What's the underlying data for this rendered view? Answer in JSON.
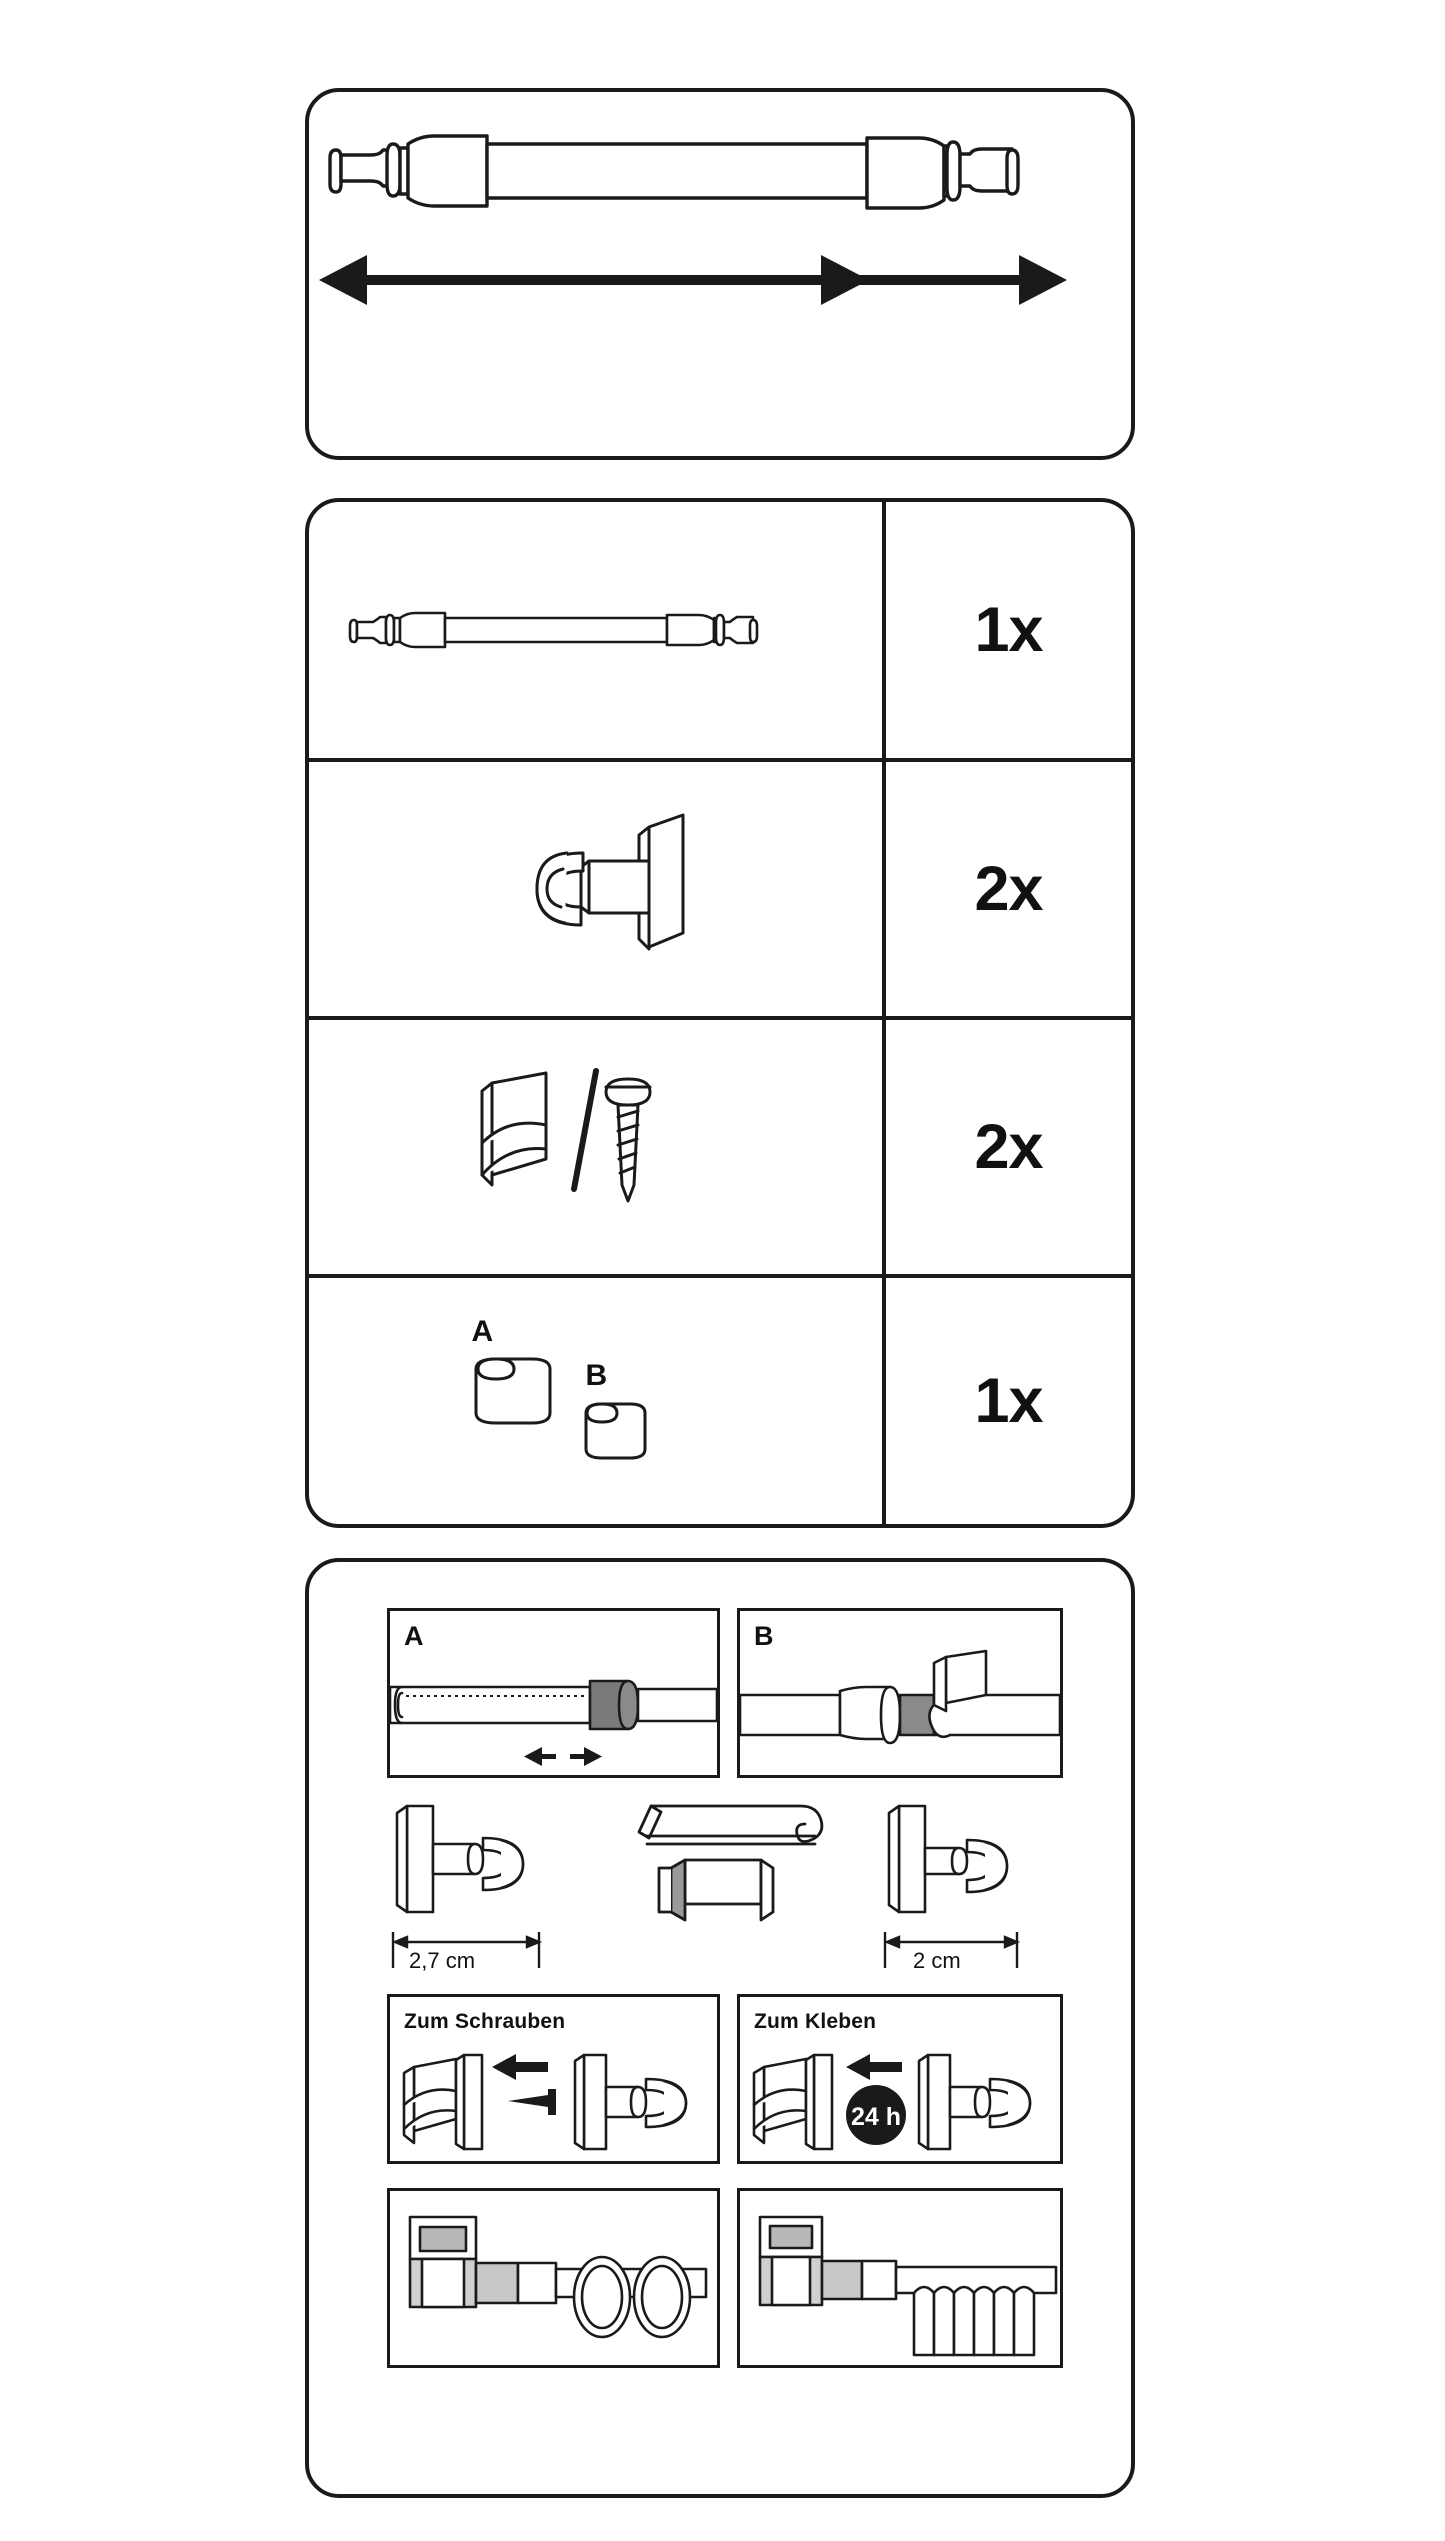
{
  "document": {
    "type": "assembly-instruction-sheet",
    "product": "Telescopic curtain rod (Klemmstange)",
    "language": "de",
    "line_color": "#1a1a1a",
    "background_color": "#ffffff",
    "accent_fill": "#7a7a7a"
  },
  "hero_panel": {
    "name": "extendable-rod-overview",
    "rod_label": "",
    "arrow": {
      "type": "double-headed-horizontal",
      "meaning": "extendable length",
      "direction": "both"
    }
  },
  "parts_list": {
    "rows": [
      {
        "item": "telescopic-rod",
        "icon": "rod-icon",
        "quantity": "1x"
      },
      {
        "item": "rod-bracket-holder",
        "icon": "bracket-icon",
        "quantity": "2x"
      },
      {
        "item": "adhesive-pad-or-screw",
        "icon": "adhesive-and-screw-icon",
        "quantity": "2x",
        "separator": "/"
      },
      {
        "item": "reducer-sleeves",
        "icon": "sleeve-icon",
        "quantity": "1x",
        "sub_labels": [
          "A",
          "B"
        ]
      }
    ]
  },
  "steps_panel": {
    "row1": {
      "box_a": {
        "label": "A",
        "arrow": "double-headed-small"
      },
      "box_b": {
        "label": "B"
      }
    },
    "row2": {
      "left_dimension": "2,7 cm",
      "right_dimension": "2 cm",
      "center_tool": "hacksaw-icon"
    },
    "row3": {
      "left": {
        "caption": "Zum Schrauben",
        "icon": "screw-mount-icon",
        "arrow": "left-arrow"
      },
      "right": {
        "caption": "Zum Kleben",
        "icon": "adhesive-mount-icon",
        "arrow": "left-arrow",
        "badge": "24 h"
      }
    },
    "row4": {
      "left": {
        "icon": "rod-with-rings-icon"
      },
      "right": {
        "icon": "rod-with-curtain-icon"
      }
    }
  }
}
